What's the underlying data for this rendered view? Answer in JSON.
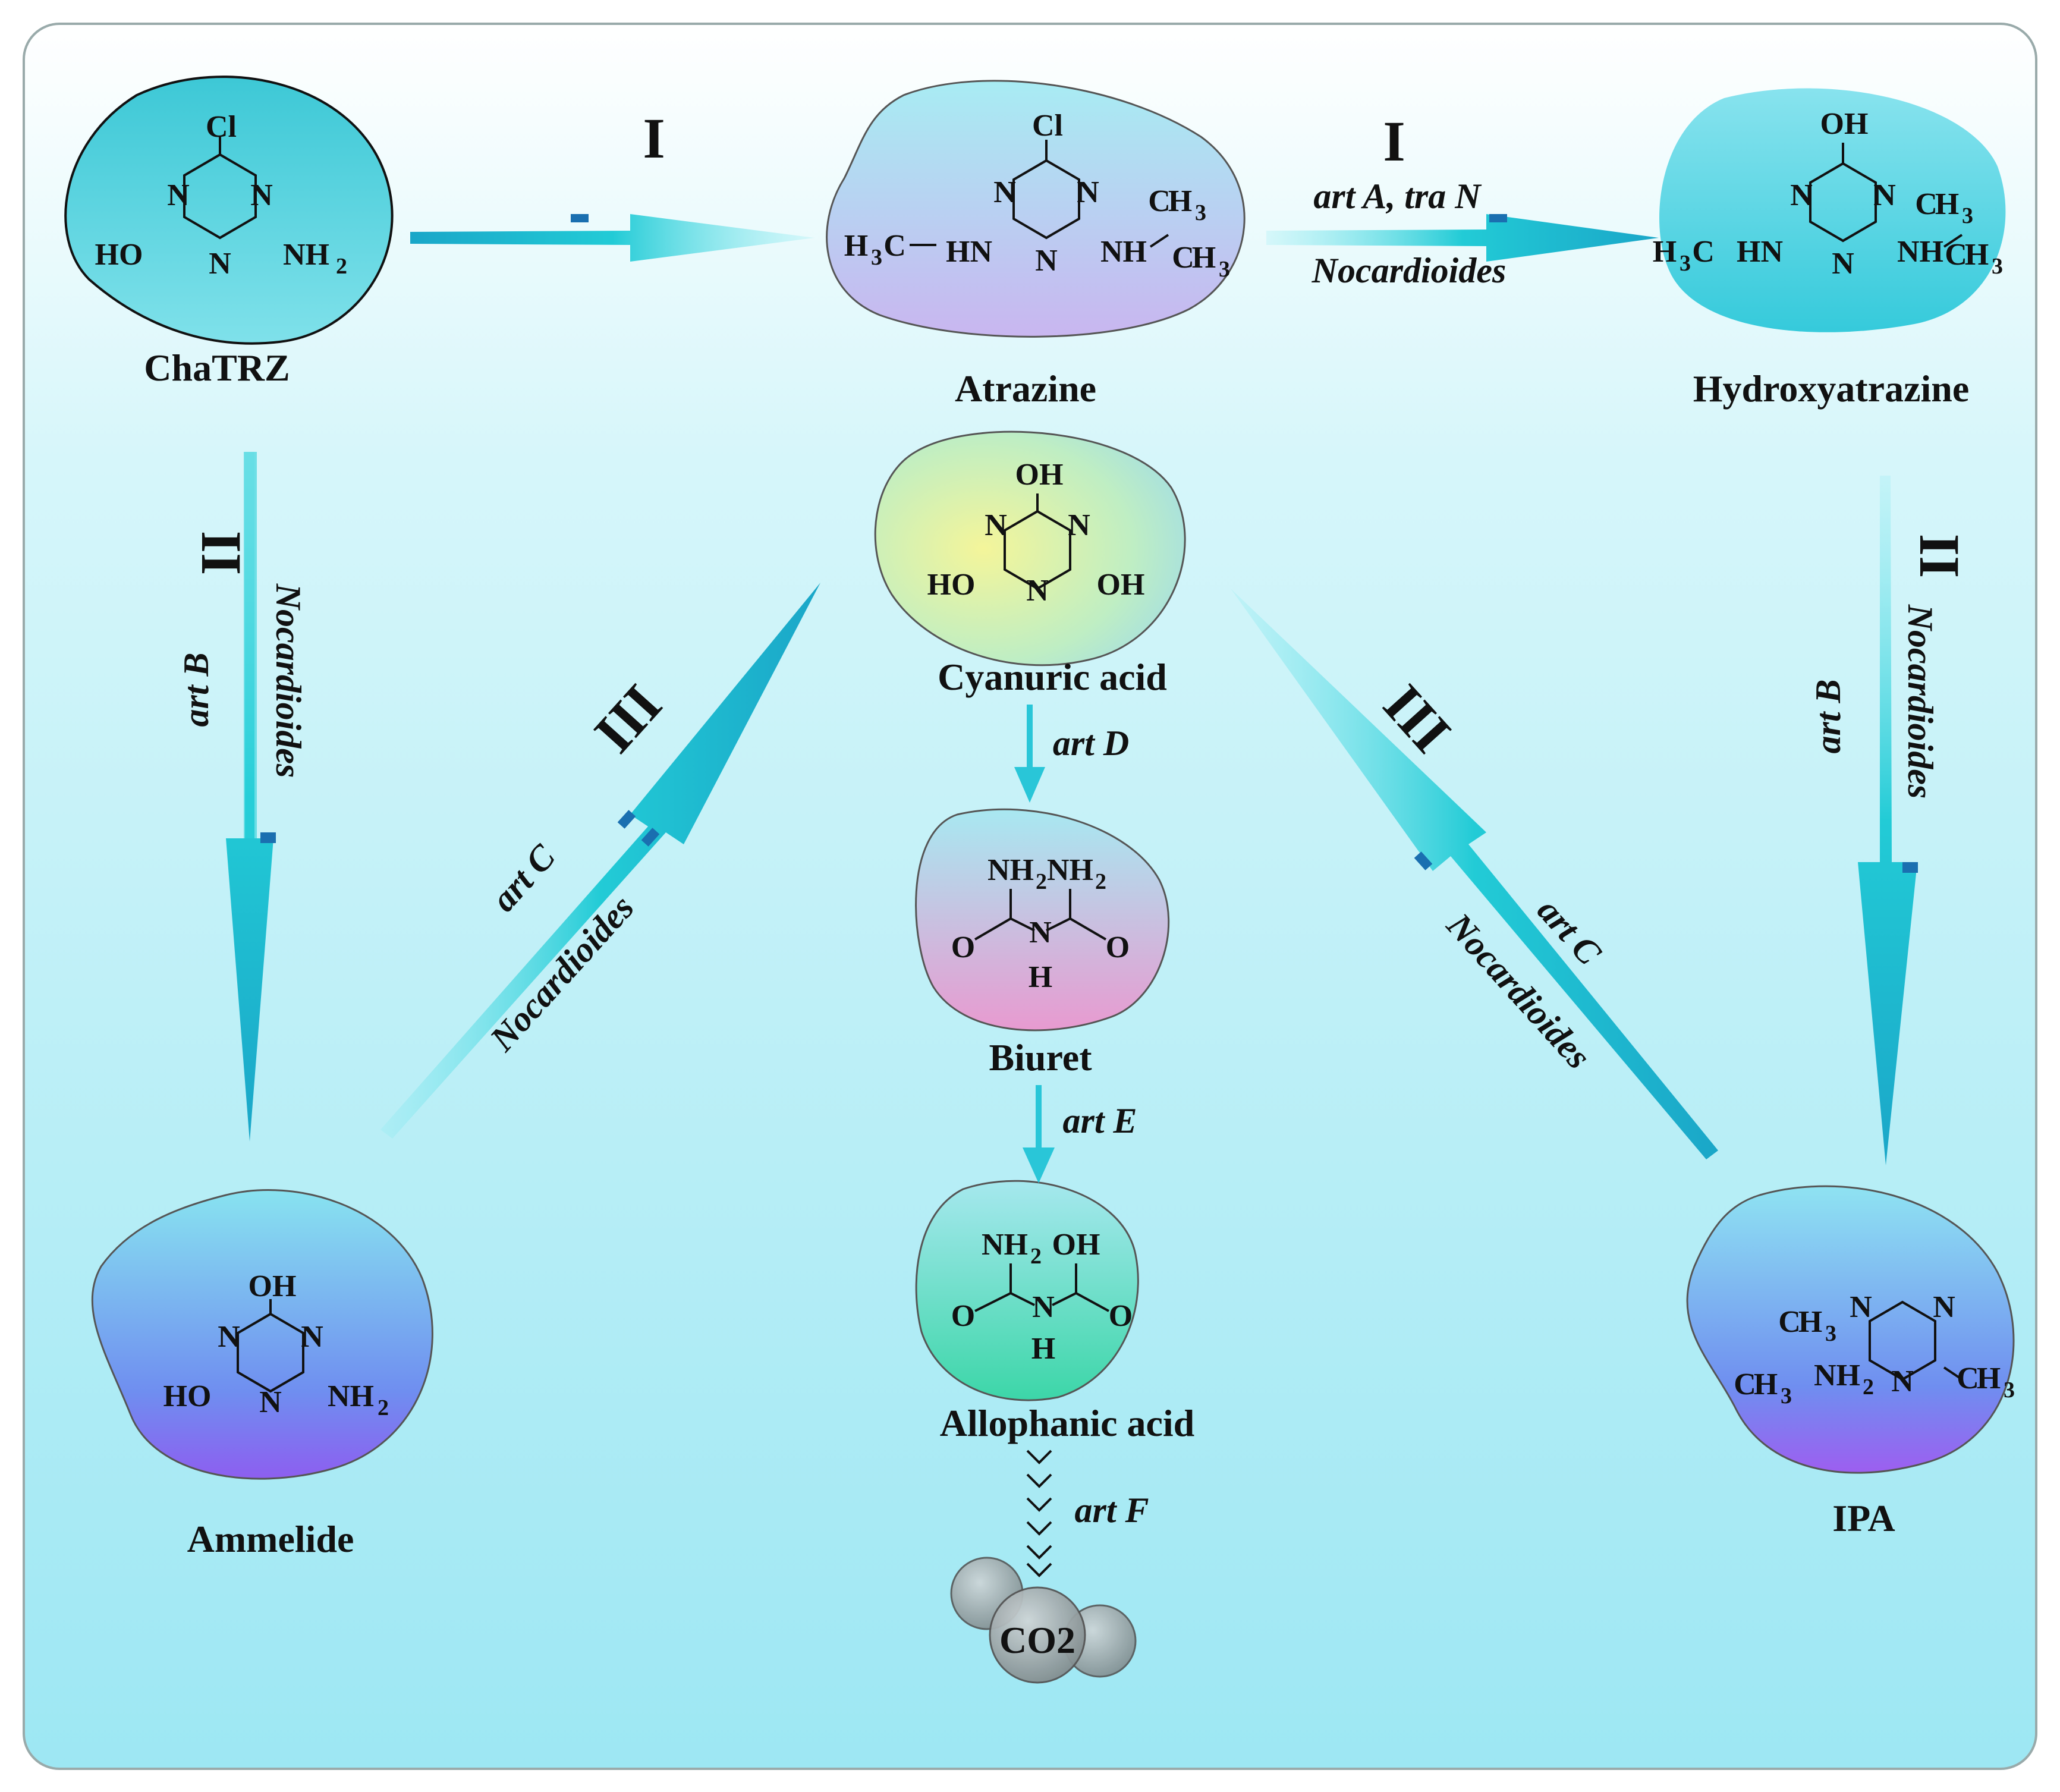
{
  "compounds": {
    "chatrz": "ChaTRZ",
    "atrazine": "Atrazine",
    "hydroxyatrazine": "Hydroxyatrazine",
    "cyanuric": "Cyanuric acid",
    "biuret": "Biuret",
    "allophanic": "Allophanic acid",
    "ammelide": "Ammelide",
    "ipa": "IPA",
    "co2": "CO2"
  },
  "steps": {
    "I": "I",
    "II": "II",
    "III": "III"
  },
  "enzymes": {
    "artA_traN": "art A, tra N",
    "artB": "art B",
    "artC": "art C",
    "artD": "art D",
    "artE": "art E",
    "artF": "art F",
    "nocardioides": "Nocardioides"
  },
  "atoms": {
    "Cl": "Cl",
    "OH": "OH",
    "N": "N",
    "HO": "HO",
    "NH": "NH",
    "H": "H",
    "HN": "HN",
    "O": "O",
    "C": "C"
  },
  "colors": {
    "bg_top": "#ffffff",
    "bg_bottom": "#9ee6f2",
    "arrow": "#2ad0d8",
    "arrow_dark": "#1a6fb0"
  }
}
